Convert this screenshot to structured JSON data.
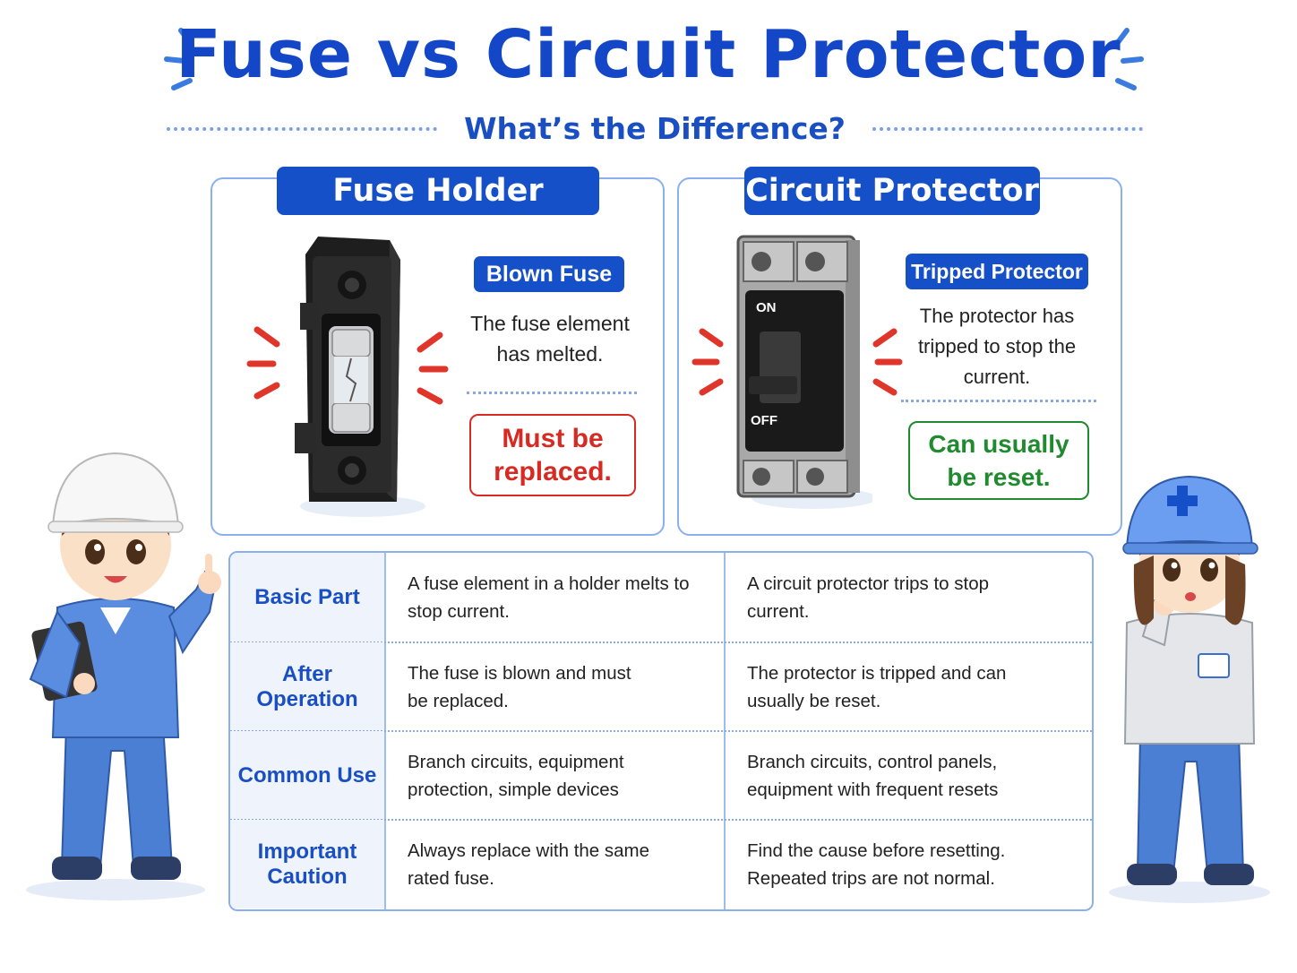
{
  "title": "Fuse vs Circuit Protector",
  "subtitle": "What’s the Difference?",
  "fuse_panel": {
    "header": "Fuse Holder",
    "badge": "Blown Fuse",
    "description_line1": "The fuse element",
    "description_line2": "has melted.",
    "result_line1": "Must be",
    "result_line2": "replaced.",
    "result_color": "#d62a22"
  },
  "protector_panel": {
    "header": "Circuit Protector",
    "badge": "Tripped Protector",
    "description_line1": "The protector has",
    "description_line2": "tripped to stop the",
    "description_line3": "current.",
    "switch_on": "ON",
    "switch_off": "OFF",
    "result_line1": "Can usually",
    "result_line2": "be reset.",
    "result_color": "#1f8a2e"
  },
  "colors": {
    "primary": "#1550c8",
    "accent_red": "#e0352a",
    "border_light": "#8cb0ee"
  },
  "table": {
    "rows": [
      {
        "label": "Basic Part",
        "fuse": [
          "A fuse element in a holder melts to",
          "stop current."
        ],
        "protector": [
          "A circuit protector trips to stop",
          "current."
        ]
      },
      {
        "label": "After Operation",
        "fuse": [
          "The fuse is blown and must",
          "be replaced."
        ],
        "protector": [
          "The protector is tripped and can",
          "usually be reset."
        ]
      },
      {
        "label": "Common Use",
        "fuse": [
          "Branch circuits, equipment",
          "protection, simple devices"
        ],
        "protector": [
          "Branch circuits, control panels,",
          "equipment with frequent resets"
        ]
      },
      {
        "label": "Important Caution",
        "fuse": [
          "Always replace with the same",
          "rated fuse."
        ],
        "protector": [
          "Find the cause before resetting.",
          "Repeated trips are not normal."
        ]
      }
    ]
  },
  "icons": [
    "spark-lines-icon",
    "fuse-holder-illustration",
    "circuit-breaker-illustration",
    "worker-male-character",
    "worker-female-character"
  ]
}
